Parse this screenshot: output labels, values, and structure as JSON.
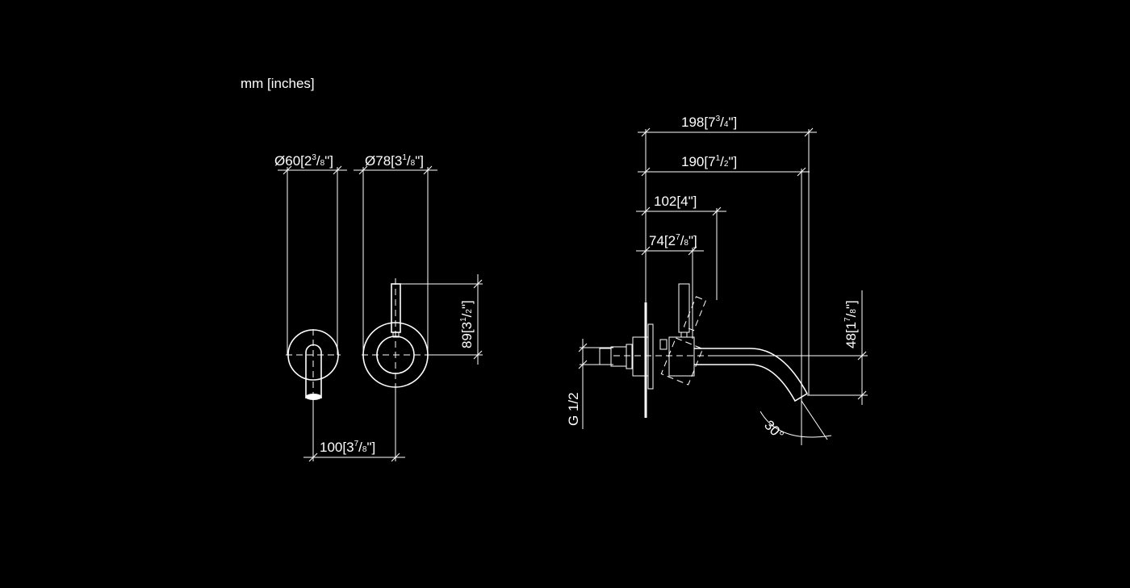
{
  "units_label": "mm [inches]",
  "dimensions": {
    "d60": {
      "prefix": "Ø",
      "mm": "60",
      "whole": "2",
      "num": "3",
      "den": "8"
    },
    "d78": {
      "prefix": "Ø",
      "mm": "78",
      "whole": "3",
      "num": "1",
      "den": "8"
    },
    "h89": {
      "mm": "89",
      "whole": "3",
      "num": "1",
      "den": "2"
    },
    "w100": {
      "mm": "100",
      "whole": "3",
      "num": "7",
      "den": "8"
    },
    "l198": {
      "mm": "198",
      "whole": "7",
      "num": "3",
      "den": "4"
    },
    "l190": {
      "mm": "190",
      "whole": "7",
      "num": "1",
      "den": "2"
    },
    "l102": {
      "mm": "102",
      "inch": "4\""
    },
    "l74": {
      "mm": "74",
      "whole": "2",
      "num": "7",
      "den": "8"
    },
    "h48": {
      "mm": "48",
      "whole": "1",
      "num": "7",
      "den": "8"
    },
    "thread": "G 1/2",
    "angle": "30°"
  }
}
